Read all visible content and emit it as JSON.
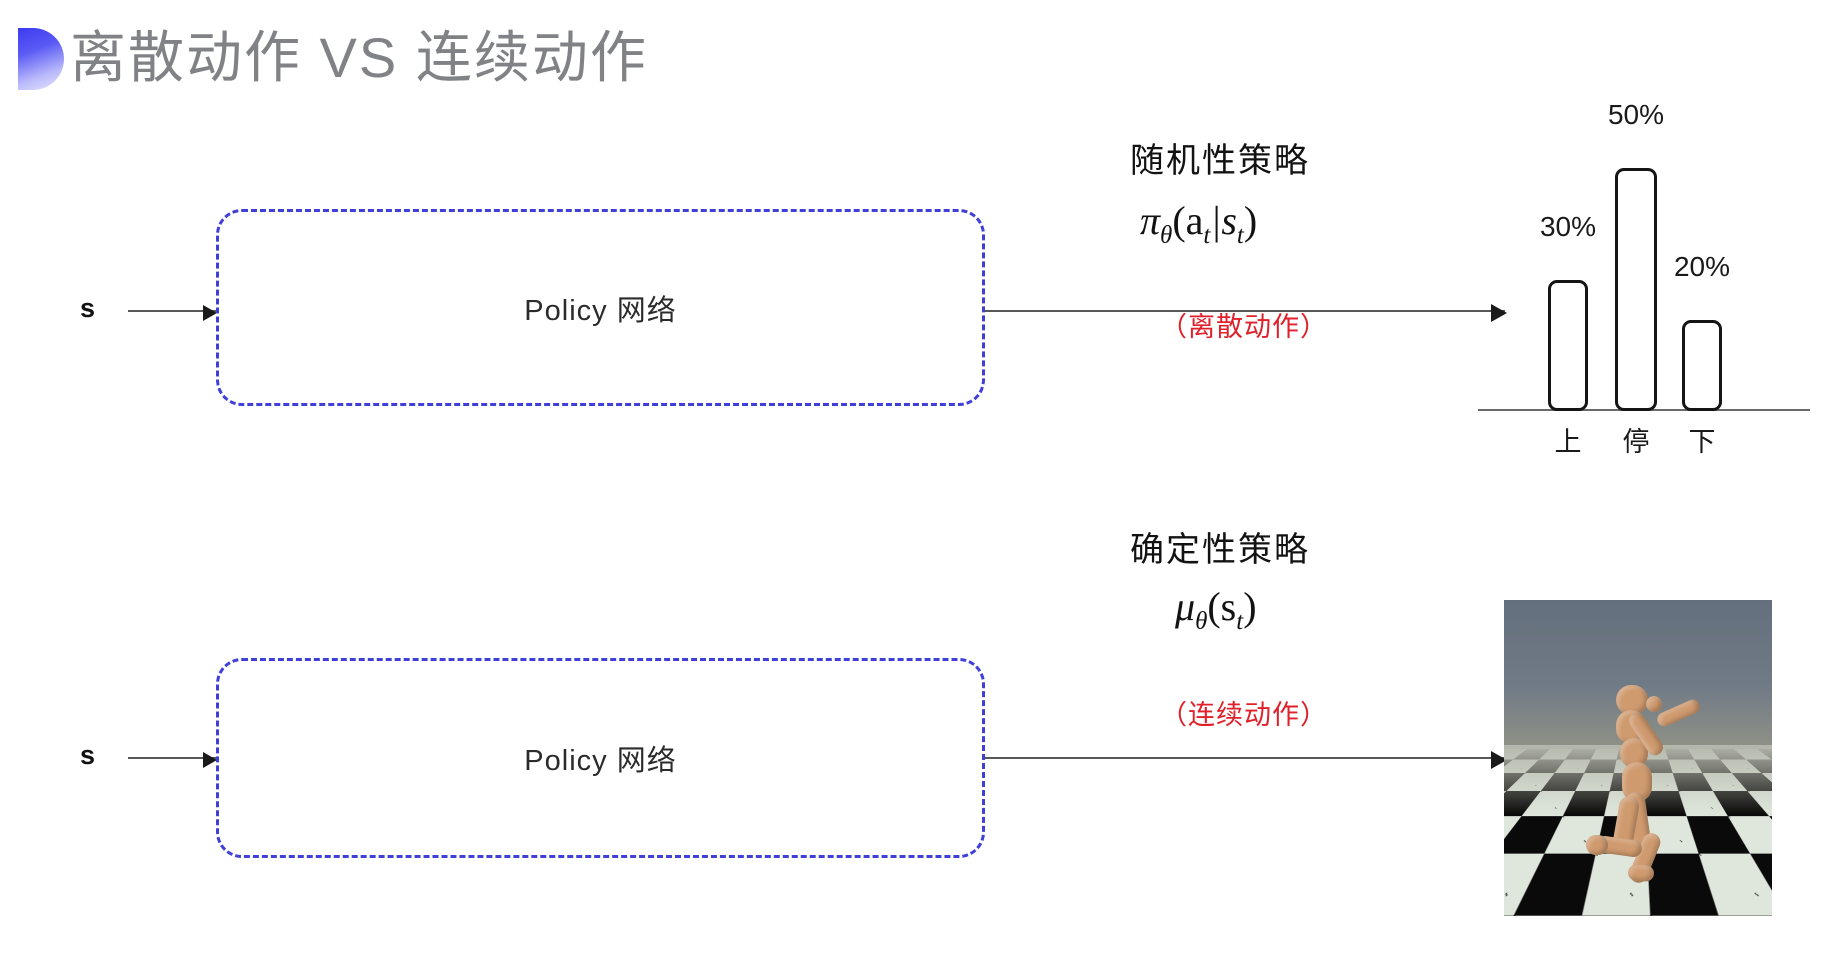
{
  "slide": {
    "title": "离散动作 VS 连续动作",
    "background_color": "#ffffff",
    "title_color": "#808285",
    "accent_color": "#4040d8",
    "highlight_color": "#e0202a"
  },
  "rows": [
    {
      "id": "discrete",
      "input_label": "s",
      "box_label": "Policy 网络",
      "policy_name": "随机性策略",
      "formula_main": "π",
      "formula_sub": "θ",
      "formula_args": "(a",
      "formula_arg_sub1": "t",
      "formula_mid": "|s",
      "formula_arg_sub2": "t",
      "formula_close": ")",
      "action_type": "（离散动作）"
    },
    {
      "id": "continuous",
      "input_label": "s",
      "box_label": "Policy 网络",
      "policy_name": "确定性策略",
      "formula_main": "μ",
      "formula_sub": "θ",
      "formula_args": "(s",
      "formula_arg_sub1": "t",
      "formula_close": ")",
      "action_type": "（连续动作）"
    }
  ],
  "chart_data": {
    "type": "bar",
    "title": "",
    "categories": [
      "上",
      "停",
      "下"
    ],
    "values": [
      30,
      50,
      20
    ],
    "value_labels": [
      "30%",
      "50%",
      "20%"
    ],
    "xlabel": "",
    "ylabel": "",
    "ylim": [
      0,
      60
    ],
    "grid": false,
    "legend": "none",
    "bar_style": "outlined-rounded",
    "bar_fill": "#ffffff",
    "bar_stroke": "#151515",
    "axis_color": "#6a6a6a"
  },
  "humanoid": {
    "caption": "",
    "alt": "MuJoCo humanoid running on checkerboard floor",
    "sky_color": "#6d7885",
    "floor_light": "#dfe7dc",
    "floor_dark": "#0a0a0a",
    "body_color": "#cf9a6e"
  }
}
